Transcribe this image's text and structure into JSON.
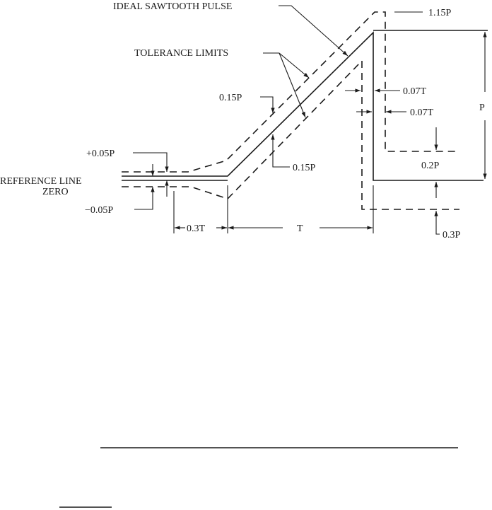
{
  "diagram": {
    "labels": {
      "ideal_pulse": "IDEAL SAWTOOTH PULSE",
      "tolerance_limits": "TOLERANCE LIMITS",
      "reference_line": "REFERENCE LINE",
      "zero": "ZERO",
      "plus_005p": "+0.05P",
      "minus_005p": "−0.05P",
      "dim_115p": "1.15P",
      "dim_015p_left": "0.15P",
      "dim_015p_right": "0.15P",
      "dim_007t_upper": "0.07T",
      "dim_007t_lower": "0.07T",
      "dim_p": "P",
      "dim_02p": "0.2P",
      "dim_03p": "0.3P",
      "dim_03t": "0.3T",
      "dim_t": "T"
    }
  }
}
